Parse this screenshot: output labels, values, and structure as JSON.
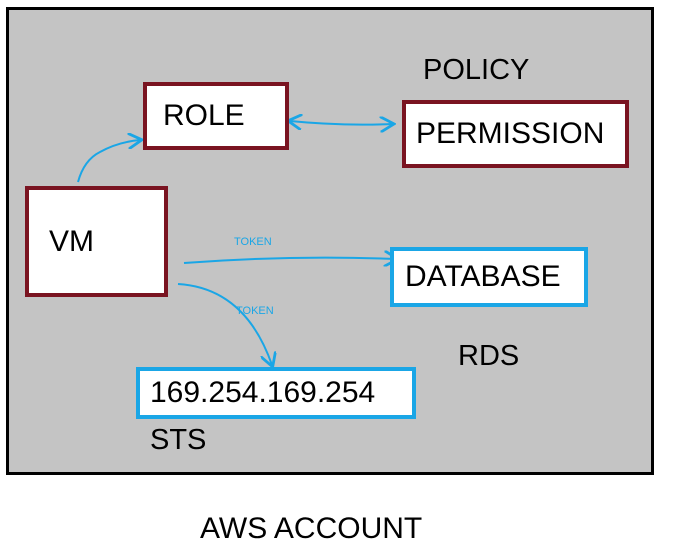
{
  "diagram": {
    "account_label": "AWS ACCOUNT",
    "nodes": {
      "vm": "VM",
      "role": "ROLE",
      "permission": "PERMISSION",
      "database": "DATABASE",
      "metadata_ip": "169.254.169.254"
    },
    "labels": {
      "policy": "POLICY",
      "rds": "RDS",
      "sts": "STS"
    },
    "edges": [
      {
        "from": "vm",
        "to": "role",
        "label": ""
      },
      {
        "from": "role",
        "to": "permission",
        "label": "",
        "bidirectional": true
      },
      {
        "from": "vm",
        "to": "database",
        "label": "TOKEN"
      },
      {
        "from": "vm",
        "to": "metadata_ip",
        "label": "TOKEN"
      }
    ],
    "colors": {
      "account_background": "#c4c4c4",
      "red_border": "#7a1421",
      "blue_border": "#1aa6e6",
      "arrow": "#1aa6e6"
    }
  }
}
